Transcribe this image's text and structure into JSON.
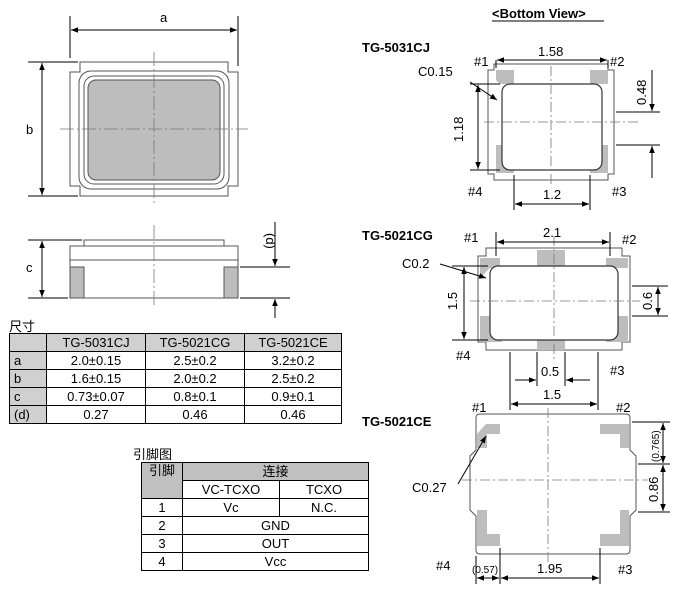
{
  "side_view": {
    "dim_a": "a",
    "dim_b": "b",
    "dim_c": "c",
    "dim_d": "(d)"
  },
  "bottom_view": {
    "title": "<Bottom View>",
    "cj": {
      "name": "TG-5031CJ",
      "pin1": "#1",
      "pin2": "#2",
      "pin3": "#3",
      "pin4": "#4",
      "chamfer": "C0.15",
      "width_top": "1.58",
      "height_left": "1.18",
      "right": "0.48",
      "width_bottom": "1.2"
    },
    "cg": {
      "name": "TG-5021CG",
      "pin1": "#1",
      "pin2": "#2",
      "pin3": "#3",
      "pin4": "#4",
      "chamfer": "C0.2",
      "width_top": "2.1",
      "height_left": "1.5",
      "right": "0.6",
      "pad_width": "0.5",
      "width_bottom": "1.5"
    },
    "ce": {
      "name": "TG-5021CE",
      "pin1": "#1",
      "pin2": "#2",
      "pin3": "#3",
      "pin4": "#4",
      "chamfer": "C0.27",
      "right_top": "(0.765)",
      "right_mid": "0.86",
      "bottom_left": "(0.57)",
      "width_bottom": "1.95"
    }
  },
  "dimensions": {
    "caption": "尺寸",
    "headers": [
      "",
      "TG-5031CJ",
      "TG-5021CG",
      "TG-5021CE"
    ],
    "rows": [
      [
        "a",
        "2.0±0.15",
        "2.5±0.2",
        "3.2±0.2"
      ],
      [
        "b",
        "1.6±0.15",
        "2.0±0.2",
        "2.5±0.2"
      ],
      [
        "c",
        "0.73±0.07",
        "0.8±0.1",
        "0.9±0.1"
      ],
      [
        "(d)",
        "0.27",
        "0.46",
        "0.46"
      ]
    ]
  },
  "pins": {
    "caption": "引脚图",
    "header_pin": "引脚",
    "header_conn": "连接",
    "sub_vc": "VC-TCXO",
    "sub_tc": "TCXO",
    "rows": [
      {
        "pin": "1",
        "vc": "Vc",
        "tc": "N.C."
      },
      {
        "pin": "2",
        "both": "GND"
      },
      {
        "pin": "3",
        "both": "OUT"
      },
      {
        "pin": "4",
        "both": "Vcc"
      }
    ]
  }
}
